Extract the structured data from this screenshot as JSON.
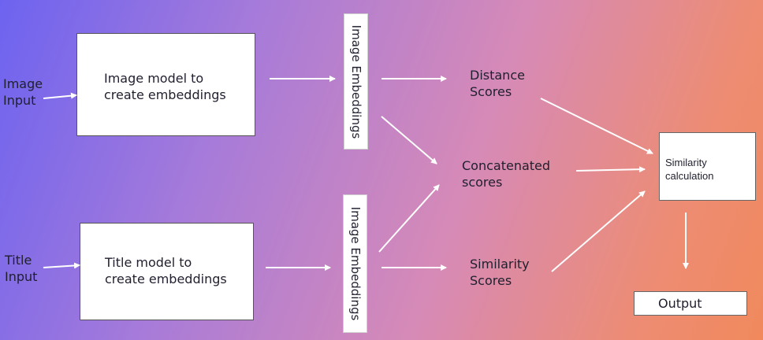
{
  "inputs": {
    "image_input": "Image\nInput",
    "title_input": "Title\nInput"
  },
  "models": {
    "image_model": "Image model  to\ncreate embeddings",
    "title_model": "Title model  to\ncreate embeddings"
  },
  "embeddings": {
    "top": "Image Embeddings",
    "bottom": "Image Embeddings"
  },
  "scores": {
    "distance": "Distance\nScores",
    "concatenated": "Concatenated\nscores",
    "similarity": "Similarity\nScores"
  },
  "similarity_calc": "Similarity\ncalculation",
  "output": "Output",
  "colors": {
    "arrow": "#ffffff",
    "box_fill": "#ffffff"
  }
}
